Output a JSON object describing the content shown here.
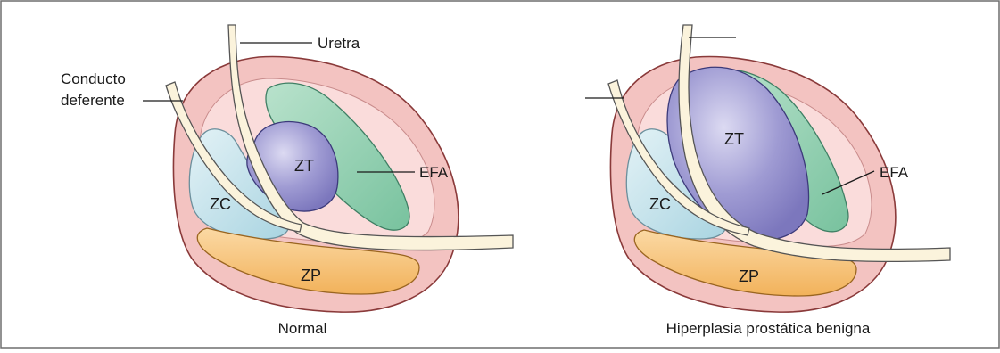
{
  "diagrams": [
    {
      "caption": "Normal",
      "labels": {
        "urethra": "Uretra",
        "vas_deferens_line1": "Conducto",
        "vas_deferens_line2": "deferente",
        "fibromuscular": "EFA"
      },
      "zones": {
        "central": "ZC",
        "transition": "ZT",
        "peripheral": "ZP"
      }
    },
    {
      "caption": "Hiperplasia prostática benigna",
      "labels": {
        "fibromuscular": "EFA"
      },
      "zones": {
        "central": "ZC",
        "transition": "ZT",
        "peripheral": "ZP"
      }
    }
  ],
  "colors": {
    "capsule": "#f3c3c1",
    "capsule_outline": "#8a3a3a",
    "inner_zone": "#fadcdb",
    "central_zone": "#c7e4ec",
    "transition_zone": "#8c88c8",
    "fibromuscular": "#98d2b5",
    "peripheral_zone": "#f7c57e",
    "tube": "#fbf3dc"
  }
}
